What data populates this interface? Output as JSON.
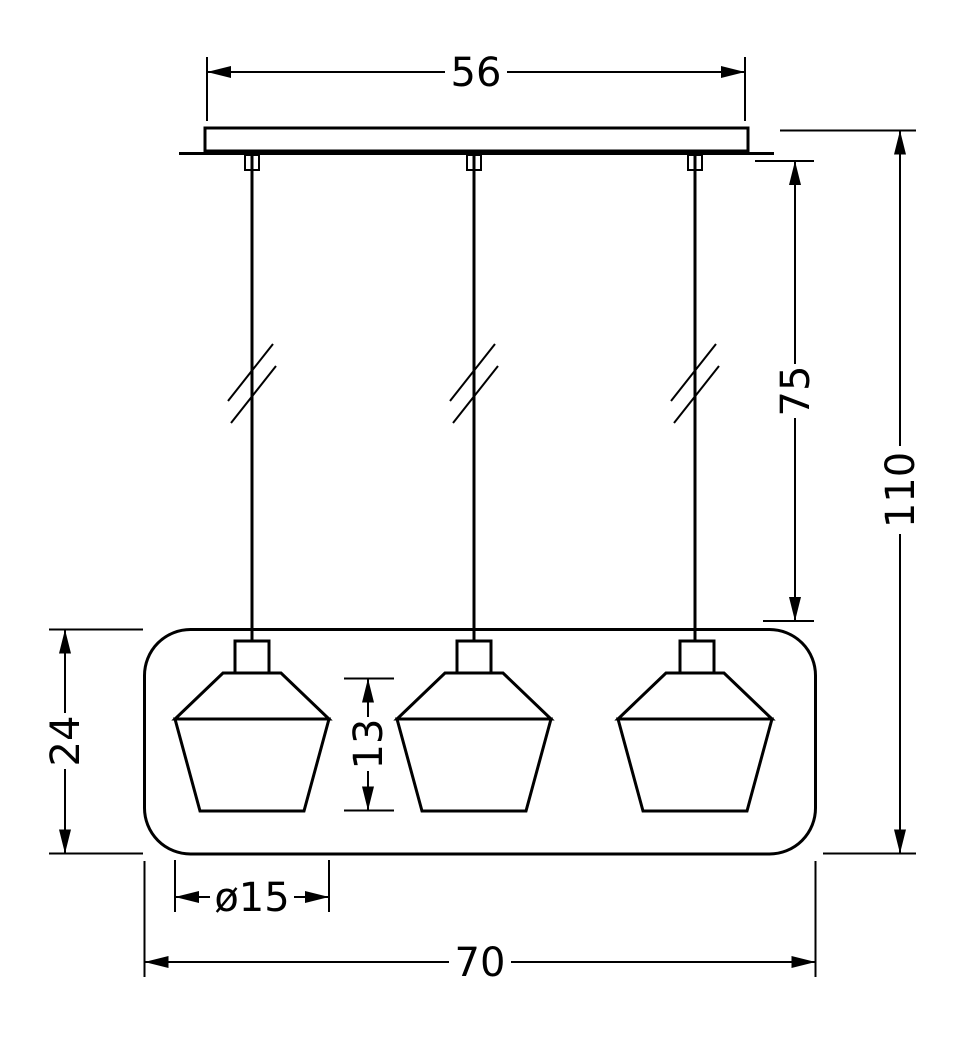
{
  "page": {
    "background_color": "#ffffff",
    "line_color": "#000000"
  },
  "drawing": {
    "labels": {
      "canopy_width": "56",
      "suspension_height": "75",
      "total_height": "110",
      "frame_height": "24",
      "shade_height": "13",
      "shade_diameter": "ø15",
      "overall_width": "70"
    }
  }
}
